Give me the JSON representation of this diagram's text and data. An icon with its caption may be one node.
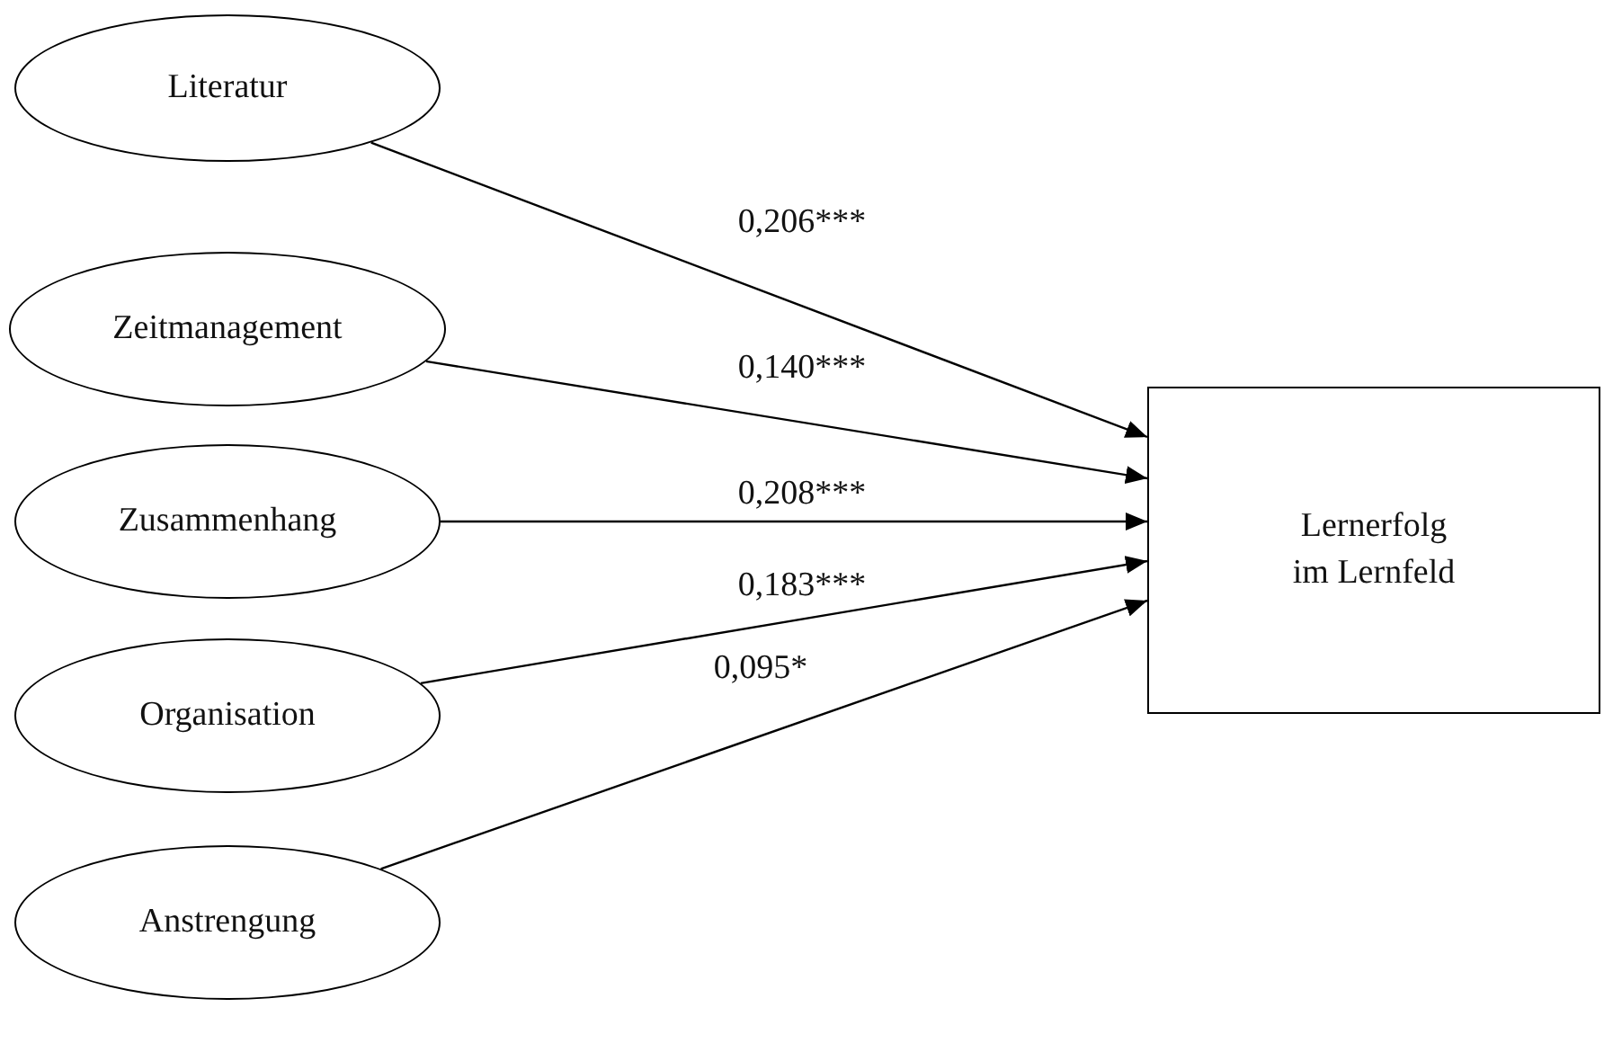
{
  "diagram": {
    "nodes": [
      {
        "text": [
          "Literatur"
        ]
      },
      {
        "text": [
          "Zeitmanagement"
        ]
      },
      {
        "text": [
          "Zusammenhang"
        ]
      },
      {
        "text": [
          "Organisation"
        ]
      },
      {
        "text": [
          "Anstrengung"
        ]
      },
      {
        "text": [
          "Lernerfolg im Lernfeld"
        ]
      }
    ],
    "edges": [
      {
        "from": 0,
        "to": 5,
        "arrow": "to",
        "label": "0,206***"
      },
      {
        "from": 1,
        "to": 5,
        "arrow": "to",
        "label": "0,140***"
      },
      {
        "from": 2,
        "to": 5,
        "arrow": "to",
        "label": "0,208***"
      },
      {
        "from": 3,
        "to": 5,
        "arrow": "to",
        "label": "0,183***"
      },
      {
        "from": 4,
        "to": 5,
        "arrow": "to",
        "label": "0,095*"
      }
    ]
  }
}
